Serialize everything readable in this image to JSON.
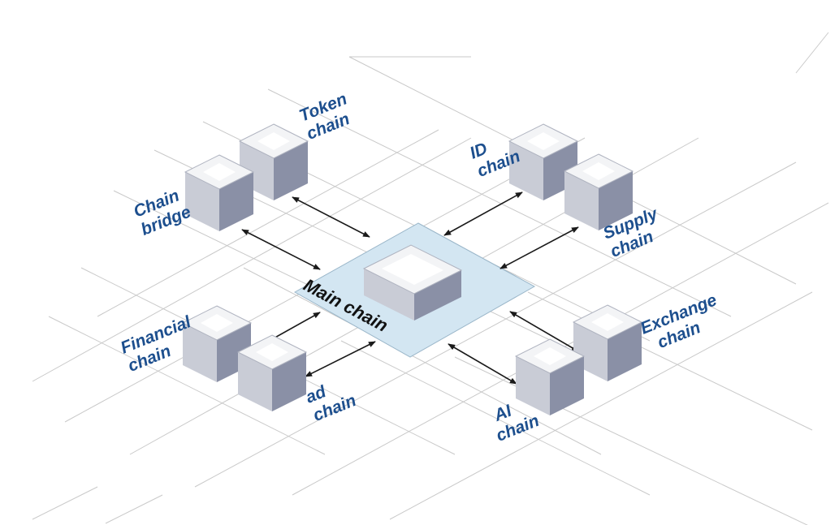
{
  "main": {
    "label": "Main chain"
  },
  "nodes": [
    {
      "id": "token",
      "line1": "Token",
      "line2": "chain"
    },
    {
      "id": "bridge",
      "line1": "Chain",
      "line2": "bridge"
    },
    {
      "id": "id",
      "line1": "ID",
      "line2": "chain"
    },
    {
      "id": "supply",
      "line1": "Supply",
      "line2": "chain"
    },
    {
      "id": "financial",
      "line1": "Financial",
      "line2": "chain"
    },
    {
      "id": "ad",
      "line1": "ad",
      "line2": "chain"
    },
    {
      "id": "exchange",
      "line1": "Exchange",
      "line2": "chain"
    },
    {
      "id": "ai",
      "line1": "AI",
      "line2": "chain"
    }
  ],
  "colors": {
    "label": "#1d4f8e",
    "main_label": "#111111",
    "platform": "#d3e6f2",
    "cube_top": "#f3f4f6",
    "cube_left": "#c9ccd6",
    "cube_right": "#8a90a6"
  }
}
